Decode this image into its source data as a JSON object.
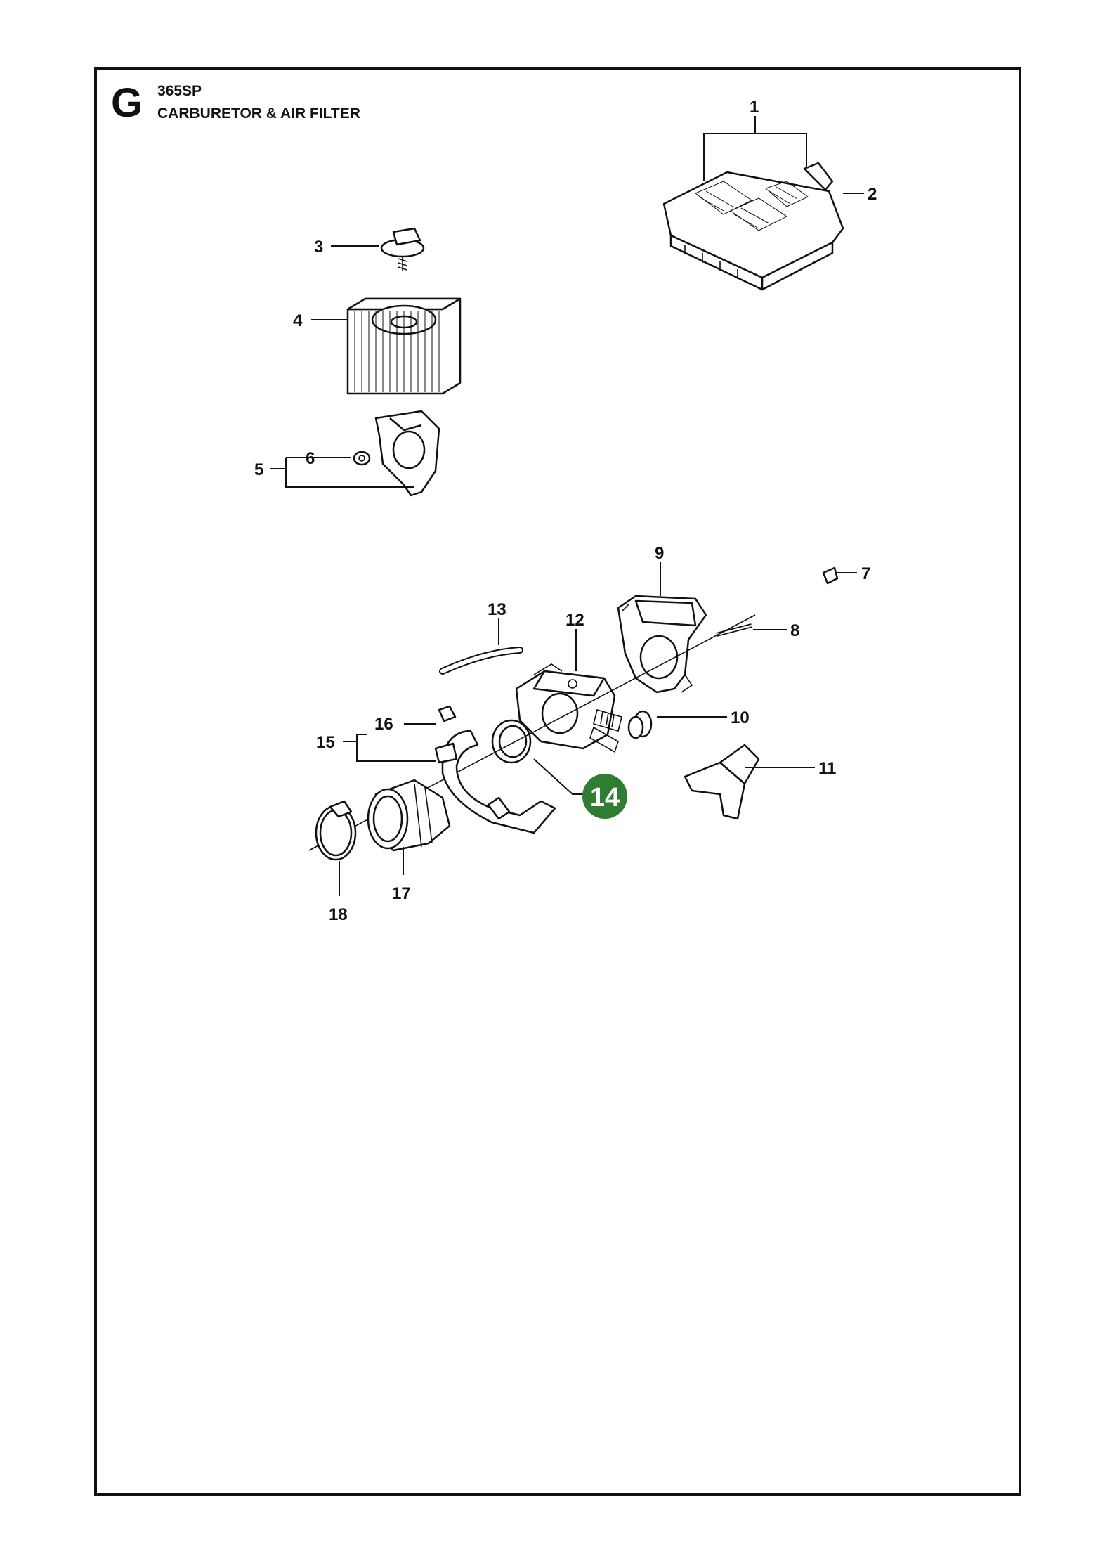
{
  "header": {
    "section_letter": "G",
    "model": "365SP",
    "title": "CARBURETOR & AIR FILTER"
  },
  "callouts": [
    "1",
    "2",
    "3",
    "4",
    "5",
    "6",
    "7",
    "8",
    "9",
    "10",
    "11",
    "12",
    "13",
    "14",
    "15",
    "16",
    "17",
    "18"
  ],
  "highlight": {
    "label": "14",
    "color": "#2e7d32"
  }
}
